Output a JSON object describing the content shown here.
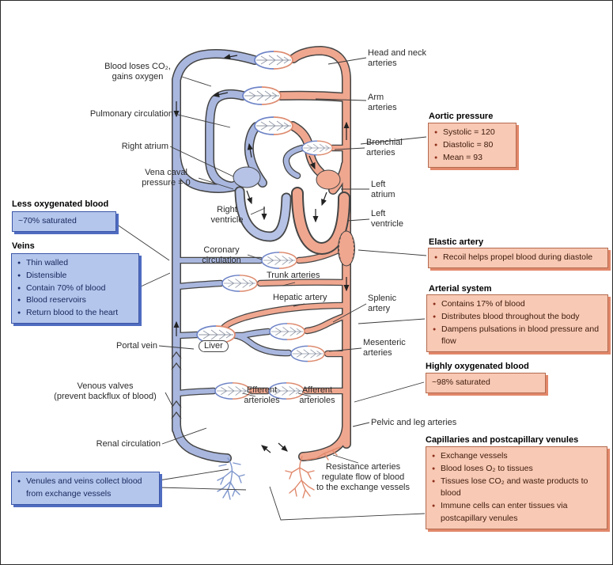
{
  "figure": {
    "labels": {
      "blood_loses_co2": "Blood loses CO₂,\ngains oxygen",
      "head_neck_arteries": "Head and neck\narteries",
      "arm_arteries": "Arm\narteries",
      "pulmonary_circulation": "Pulmonary circulation",
      "right_atrium": "Right atrium",
      "bronchial_arteries": "Bronchial\narteries",
      "vena_caval_pressure": "Vena caval\npressure = 0",
      "left_atrium": "Left\natrium",
      "right_ventricle": "Right\nventricle",
      "left_ventricle": "Left\nventricle",
      "coronary_circulation": "Coronary\ncirculation",
      "trunk_arteries": "Trunk arteries",
      "hepatic_artery": "Hepatic artery",
      "splenic_artery": "Splenic\nartery",
      "portal_vein": "Portal vein",
      "liver": "Liver",
      "mesenteric_arteries": "Mesenteric\narteries",
      "venous_valves": "Venous valves\n(prevent backflux of blood)",
      "efferent_arterioles": "Efferent\narterioles",
      "afferent_arterioles": "Afferent\narterioles",
      "pelvic_leg_arteries": "Pelvic and leg arteries",
      "renal_circulation": "Renal circulation",
      "resistance_arteries": "Resistance arteries\nregulate flow of blood\nto the exchange vessels"
    },
    "headings": {
      "less_oxygenated": "Less oxygenated blood",
      "veins": "Veins",
      "aortic_pressure": "Aortic pressure",
      "elastic_artery": "Elastic artery",
      "arterial_system": "Arterial system",
      "highly_oxygenated": "Highly oxygenated blood",
      "capillaries": "Capillaries and postcapillary venules"
    },
    "boxes": {
      "less_oxygenated": {
        "text": "~70% saturated"
      },
      "veins": {
        "items": [
          "Thin walled",
          "Distensible",
          "Contain 70% of blood",
          "Blood reservoirs",
          "Return blood to the heart"
        ]
      },
      "venules": {
        "items": [
          "Venules and veins collect blood from exchange vessels"
        ]
      },
      "aortic_pressure": {
        "items": [
          "Systolic = 120",
          "Diastolic = 80",
          "Mean = 93"
        ]
      },
      "elastic_artery": {
        "items": [
          "Recoil helps propel blood during diastole"
        ]
      },
      "arterial_system": {
        "items": [
          "Contains 17% of blood",
          "Distributes blood throughout the body",
          "Dampens pulsations in blood pressure and flow"
        ]
      },
      "highly_oxygenated": {
        "text": "~98% saturated"
      },
      "capillaries": {
        "items": [
          "Exchange vessels",
          "Blood loses O₂ to tissues",
          "Tissues lose CO₂ and waste products to blood",
          "Immune cells can enter tissues via postcapillary venules"
        ]
      }
    },
    "colors": {
      "vein": "#a9b7df",
      "artery": "#f0a78f",
      "box_blue": "#b4c6ec",
      "box_pink": "#f8c9b4",
      "shadow_blue": "#4f6cc0",
      "shadow_pink": "#e2876a"
    }
  }
}
